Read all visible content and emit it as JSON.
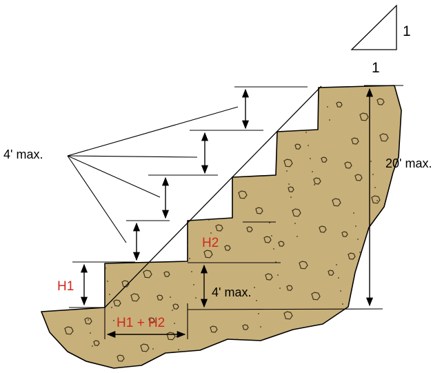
{
  "diagram": {
    "slope_ratio": {
      "vertical": "1",
      "horizontal": "1"
    },
    "labels": {
      "max_bench_height": "4' max.",
      "max_total_height": "20' max.",
      "lower_bench_height": "4' max.",
      "h1": "H1",
      "h2": "H2",
      "h1_plus_h2": "H1 + H2"
    },
    "colors": {
      "soil": "#c8b07a",
      "line": "#000000",
      "accent": "#d0281c",
      "background": "#ffffff"
    }
  }
}
